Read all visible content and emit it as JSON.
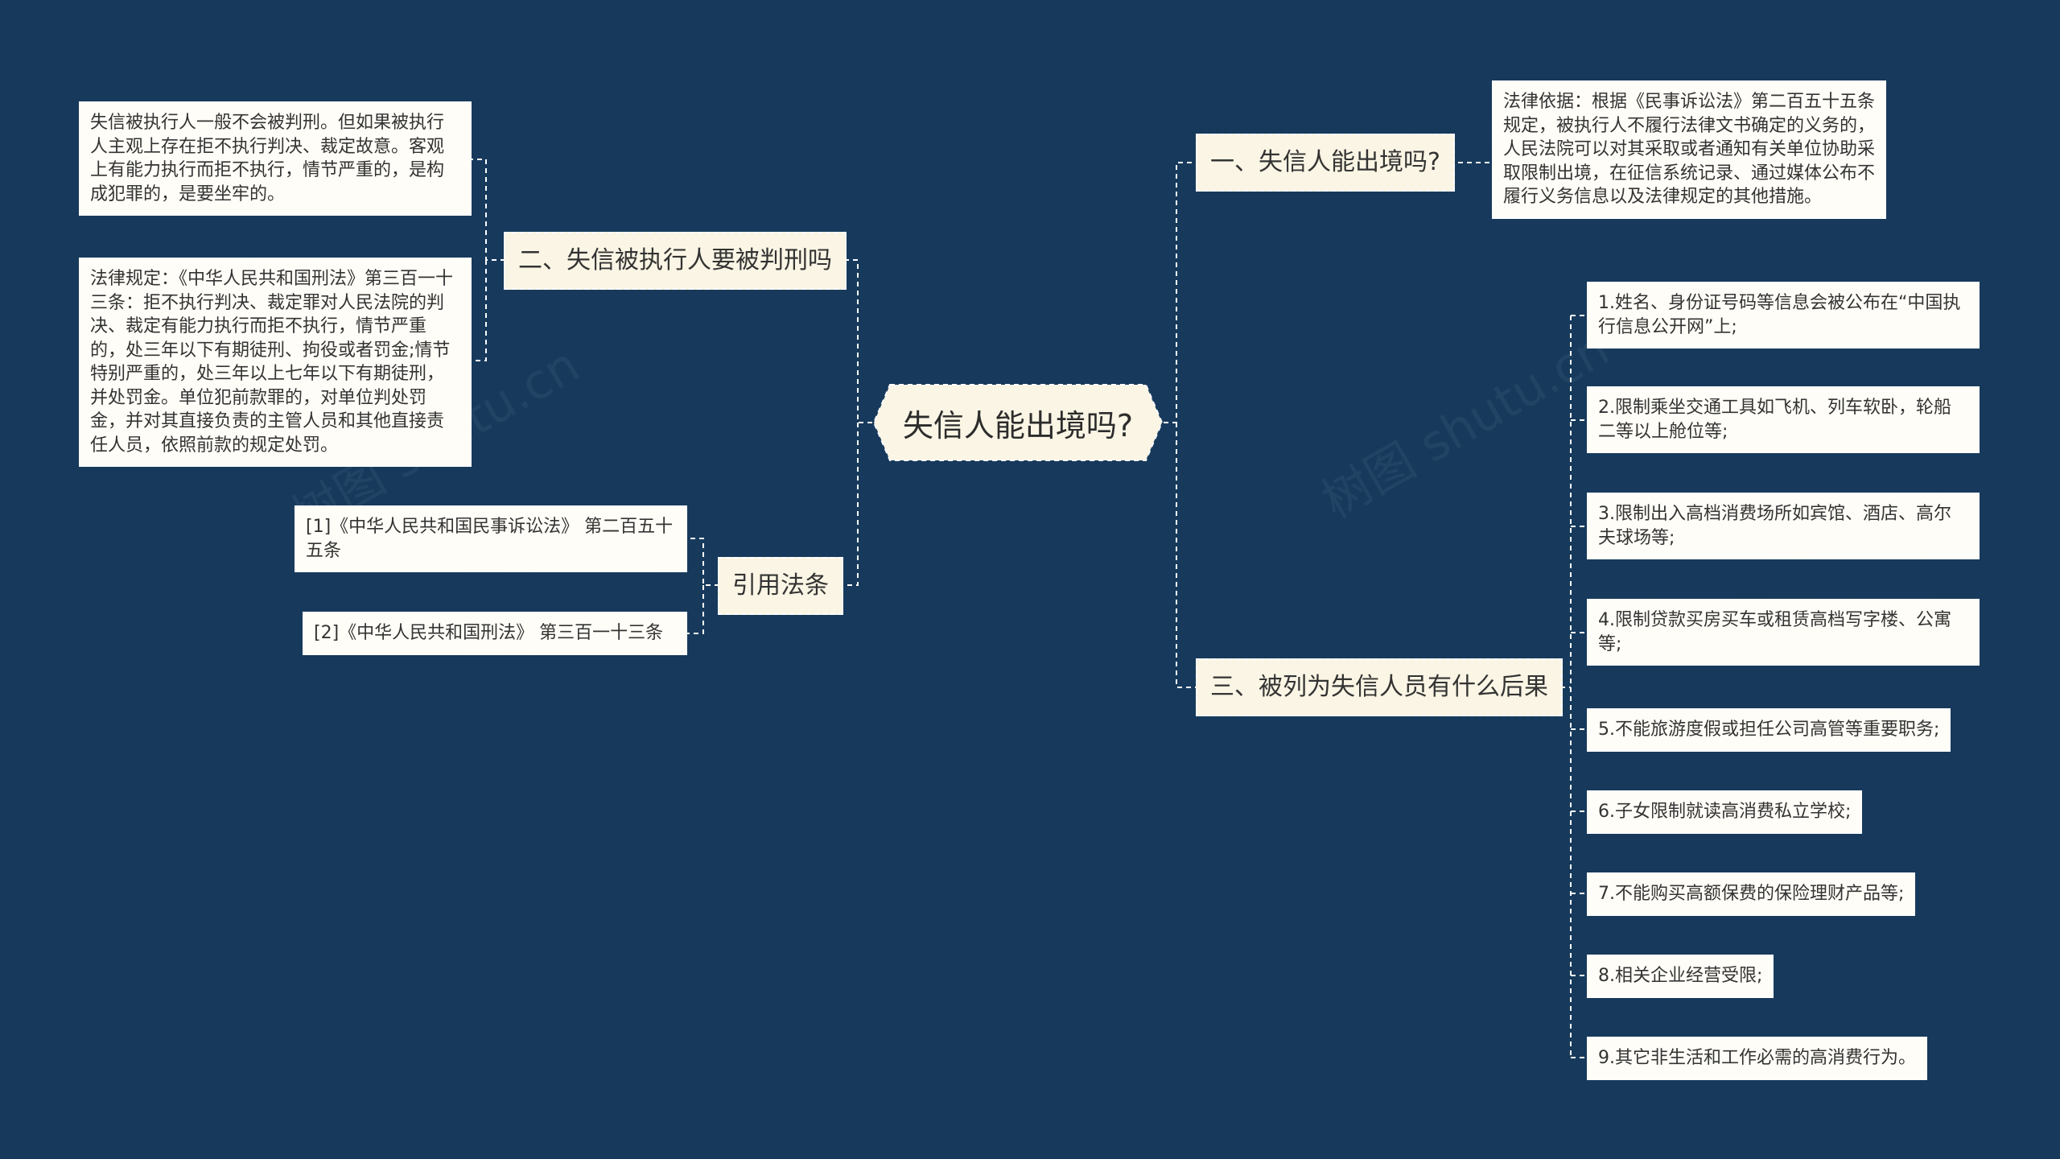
{
  "center": {
    "title": "失信人能出境吗?"
  },
  "branches": {
    "b1": {
      "label": "一、失信人能出境吗?",
      "leaf": "法律依据：根据《民事诉讼法》第二百五十五条规定，被执行人不履行法律文书确定的义务的，人民法院可以对其采取或者通知有关单位协助采取限制出境，在征信系统记录、通过媒体公布不履行义务信息以及法律规定的其他措施。"
    },
    "b2": {
      "label": "二、失信被执行人要被判刑吗",
      "leaves": [
        "失信被执行人一般不会被判刑。但如果被执行人主观上存在拒不执行判决、裁定故意。客观上有能力执行而拒不执行，情节严重的，是构成犯罪的，是要坐牢的。",
        "法律规定：《中华人民共和国刑法》第三百一十三条：拒不执行判决、裁定罪对人民法院的判决、裁定有能力执行而拒不执行，情节严重的，处三年以下有期徒刑、拘役或者罚金;情节特别严重的，处三年以上七年以下有期徒刑，并处罚金。单位犯前款罪的，对单位判处罚金，并对其直接负责的主管人员和其他直接责任人员，依照前款的规定处罚。"
      ]
    },
    "b3": {
      "label": "三、被列为失信人员有什么后果",
      "leaves": [
        "1.姓名、身份证号码等信息会被公布在“中国执行信息公开网”上;",
        "2.限制乘坐交通工具如飞机、列车软卧，轮船二等以上舱位等;",
        "3.限制出入高档消费场所如宾馆、酒店、高尔夫球场等;",
        "4.限制贷款买房买车或租赁高档写字楼、公寓等;",
        "5.不能旅游度假或担任公司高管等重要职务;",
        "6.子女限制就读高消费私立学校;",
        "7.不能购买高额保费的保险理财产品等;",
        "8.相关企业经营受限;",
        "9.其它非生活和工作必需的高消费行为。"
      ]
    },
    "b4": {
      "label": "引用法条",
      "leaves": [
        "[1]《中华人民共和国民事诉讼法》 第二百五十五条",
        "[2]《中华人民共和国刑法》 第三百一十三条"
      ]
    }
  },
  "colors": {
    "background": "#173a5c",
    "node_fill": "#faf5e4",
    "connector": "#ffffff"
  }
}
